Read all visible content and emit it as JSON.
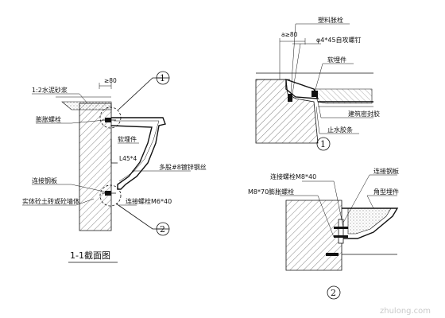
{
  "left_section": {
    "title": "1-1截面图",
    "labels": {
      "mortar": "1:2水泥砂浆",
      "dim_gte80": "≥80",
      "expansion_bolt": "膨胀螺栓",
      "soft_embed": "软埋件",
      "angle": "L45*4",
      "steel_wire": "多股#8镀锌钢丝",
      "connector_plate": "连接钢板",
      "wall": "实体砼土砖或砼墙体",
      "conn_bolt": "连接螺栓M6*40"
    },
    "callouts": [
      "1",
      "2"
    ]
  },
  "detail_1": {
    "number": "1",
    "labels": {
      "plastic_anchor": "塑料胀栓",
      "dim_a_gte80": "a≥80",
      "self_tap": "φ4*45自攻螺钉",
      "soft_embed": "软埋件",
      "sealant": "建筑密封胶",
      "water_stop": "止水胶条"
    }
  },
  "detail_2": {
    "number": "2",
    "labels": {
      "conn_bolt": "连接螺栓M8*40",
      "conn_plate": "连接钢板",
      "expansion_bolt": "M8*70膨胀螺栓",
      "angle_embed": "角型埋件"
    }
  },
  "watermark": "zhulong.com"
}
